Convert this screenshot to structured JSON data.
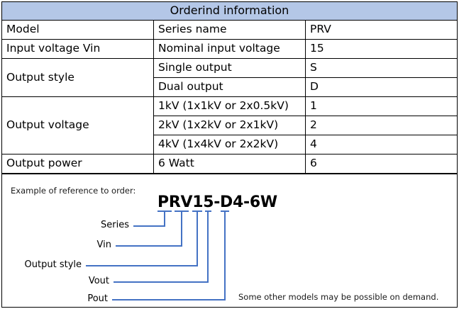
{
  "table": {
    "title": "Orderind information",
    "columns": [
      "Model",
      "Series name",
      "PRV"
    ],
    "rows": [
      {
        "param": "Model",
        "description": "Series name",
        "code": "PRV",
        "rowspan": 1
      },
      {
        "param": "Input voltage Vin",
        "description": "Nominal input voltage",
        "code": "15",
        "rowspan": 1
      },
      {
        "param": "Output style",
        "description": "Single output",
        "code": "S",
        "rowspan": 2
      },
      {
        "param": "",
        "description": "Dual output",
        "code": "D",
        "rowspan": 0
      },
      {
        "param": "Output voltage",
        "description": "1kV (1x1kV or 2x0.5kV)",
        "code": "1",
        "rowspan": 3
      },
      {
        "param": "",
        "description": "2kV (1x2kV or 2x1kV)",
        "code": "2",
        "rowspan": 0
      },
      {
        "param": "",
        "description": "4kV (1x4kV or 2x2kV)",
        "code": "4",
        "rowspan": 0
      },
      {
        "param": "Output power",
        "description": "6 Watt",
        "code": "6",
        "rowspan": 1
      }
    ]
  },
  "example": {
    "caption": "Example of reference to order:",
    "model_string": "PRV15-D4-6W",
    "footnote": "Some other models may be possible on demand.",
    "leaders": [
      {
        "label": "Series"
      },
      {
        "label": "Vin"
      },
      {
        "label": "Output style"
      },
      {
        "label": "Vout"
      },
      {
        "label": "Pout"
      }
    ]
  },
  "colors": {
    "header_fill": "#b4c7e7",
    "border": "#000000",
    "leader_line": "#4472c4",
    "text": "#000000"
  }
}
